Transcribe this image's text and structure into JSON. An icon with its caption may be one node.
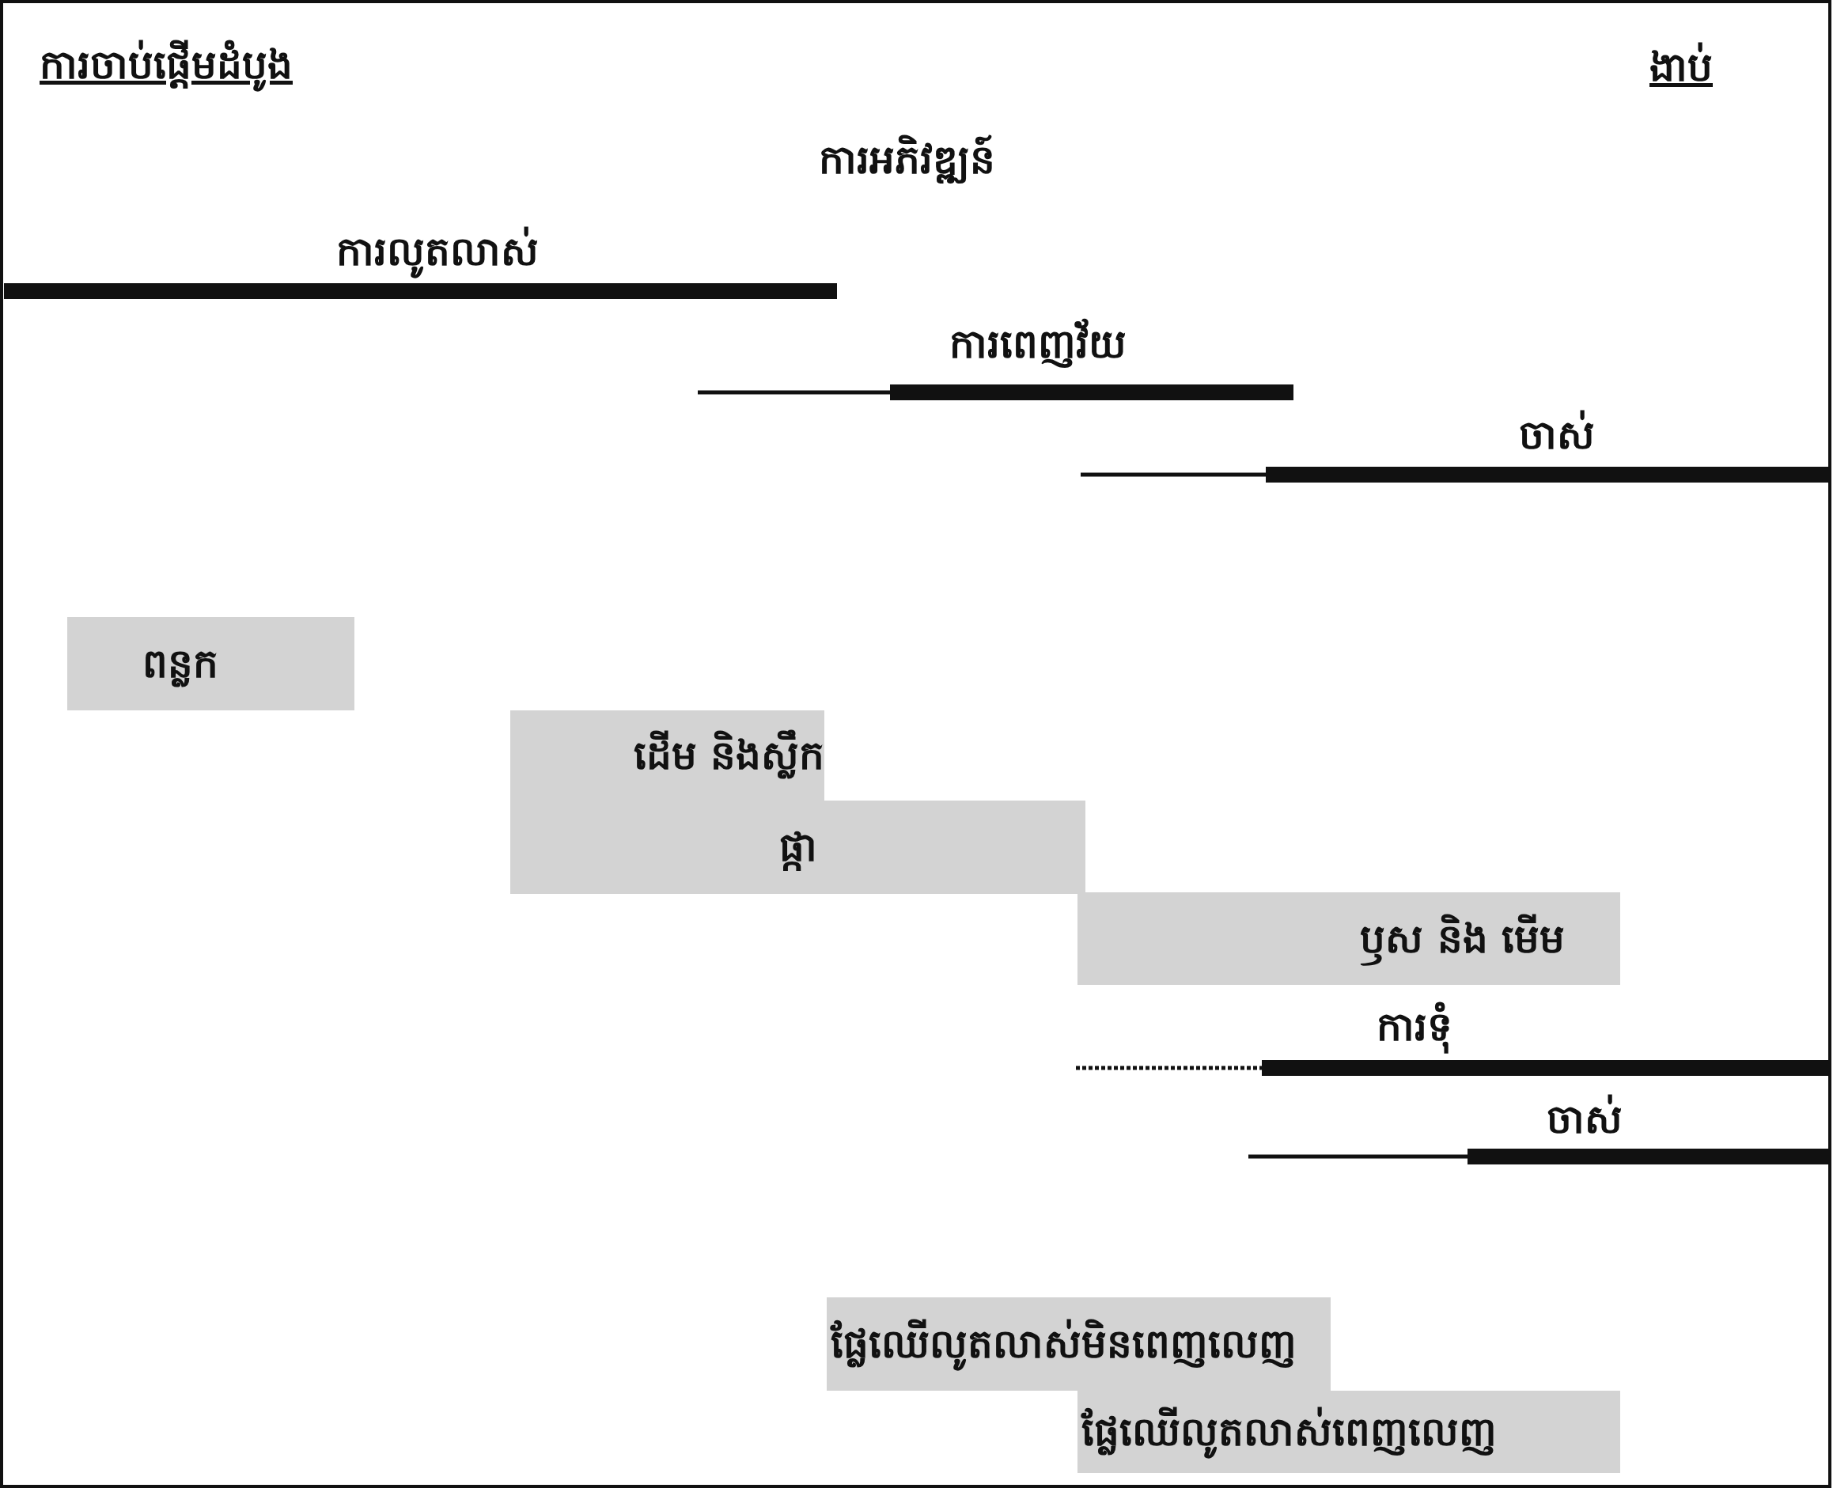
{
  "diagram": {
    "nodes": [
      {
        "text": [
          "ពន្លក"
        ]
      },
      {
        "text": [
          "ដើម និងស្លឹក"
        ]
      },
      {
        "text": [
          "ផ្កា"
        ]
      },
      {
        "text": [
          "ឫស និង មើម"
        ]
      },
      {
        "text": [
          "ផ្លែឈើលូតលាស់មិនពេញលេញ"
        ]
      },
      {
        "text": [
          "ផ្លែឈើលូតលាស់ពេញលេញ"
        ]
      }
    ],
    "edges": [],
    "labels": [
      "ការចាប់ផ្ដើមដំបូង",
      "ងាប់",
      "ការអភិវឌ្ឍន៍",
      "ការលូតលាស់",
      "ការពេញវ័យ",
      "ចាស់",
      "ការទុំ",
      "ចាស់"
    ]
  }
}
